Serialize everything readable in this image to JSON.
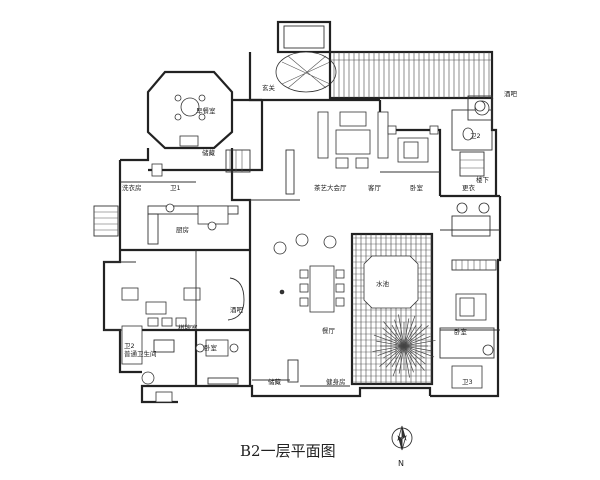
{
  "plan": {
    "title": "B2一层平面图",
    "north_label": "N",
    "rooms": {
      "xuanguan": "玄关",
      "jiuba_top": "酒吧",
      "can_ting": "早餐室",
      "chu_cang": "储藏",
      "tea_room": "茶艺大会厅",
      "ke_ting": "客厅",
      "wo_shi_1": "卧室",
      "wei_2": "卫2",
      "geng_yi": "更衣",
      "lou_ti": "楼下",
      "xiyi": "洗衣房",
      "wei_1": "卫1",
      "chu_fang": "厨房",
      "yu_chi": "水池",
      "jiuba": "酒吧",
      "qipai": "棋牌室",
      "wo_shi_2": "卧室",
      "wei_yu": "卫2",
      "pu_tong": "普通卫生间",
      "can_ting_2": "餐厅",
      "chu_cang_2": "储藏",
      "jian_shen": "健身房",
      "wo_shi_3": "卧室",
      "wei_3": "卫3"
    }
  }
}
